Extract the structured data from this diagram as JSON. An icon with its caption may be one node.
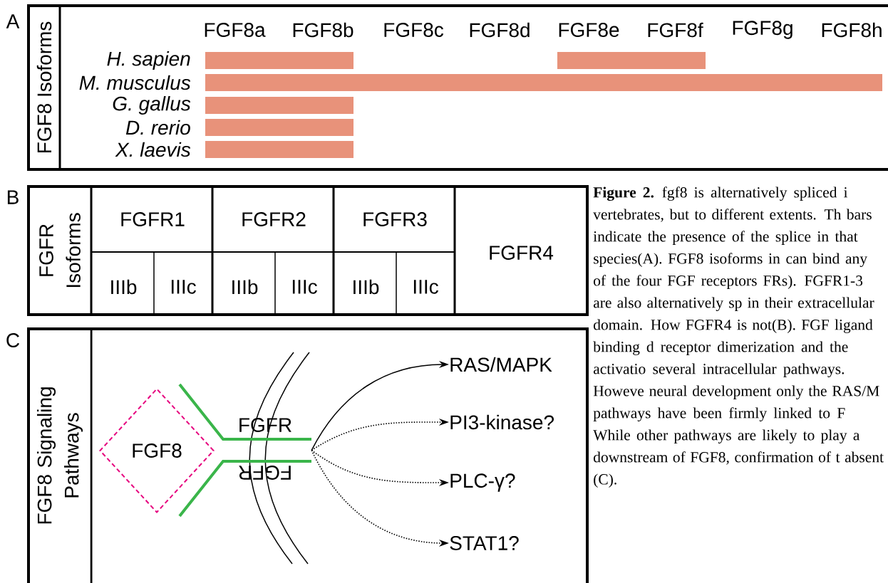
{
  "diagram": {
    "caption": "**Figure 2.** fgf8 is alternatively spliced i vertebrates, but to different extents. Th bars indicate the presence of the splice in that species(A). FGF8 isoforms in can bind any of the four FGF receptors FRs). FGFR1-3 are also alternatively sp in their extracellular domain. How FGFR4 is not(B). FGF ligand binding d receptor dimerization and the activatio several intracellular pathways. Howeve neural development only the RAS/M pathways have been firmly linked to F While other pathways are likely to play a downstream of FGF8, confirmation of t absent (C).",
    "nodes": [
      {
        "text": [],
        "shape": "bar"
      },
      {
        "text": [],
        "shape": "bar"
      },
      {
        "text": [],
        "shape": "bar"
      },
      {
        "text": [],
        "shape": "bar"
      },
      {
        "text": [],
        "shape": "bar"
      },
      {
        "text": [],
        "shape": "bar"
      },
      {
        "text": [
          "FGF8"
        ]
      },
      {
        "text": [
          "FGFR",
          "FGFR"
        ]
      },
      {
        "text": [
          "RAS/MAPK"
        ]
      },
      {
        "text": [
          "PI3-kinase?"
        ]
      },
      {
        "text": [
          "PLC-γ?"
        ]
      },
      {
        "text": [
          "STAT1?"
        ]
      }
    ],
    "edges": [
      {
        "from": 7,
        "to": 8,
        "arrow": "to"
      },
      {
        "from": 7,
        "to": 9,
        "arrow": "to",
        "style": "dashed"
      },
      {
        "from": 7,
        "to": 10,
        "arrow": "to",
        "style": "dashed"
      },
      {
        "from": 7,
        "to": 11,
        "arrow": "to",
        "style": "dashed"
      }
    ],
    "labels": [
      "A",
      "FGF8 Isoforms",
      "FGF8a",
      "FGF8b",
      "FGF8c",
      "FGF8d",
      "FGF8e",
      "FGF8f",
      "FGF8g",
      "FGF8h",
      "H. sapien",
      "M. musculus",
      "G. gallus",
      "D. rerio",
      "X. laevis",
      "B",
      "FGFR Isoforms",
      "FGFR1",
      "FGFR2",
      "FGFR3",
      "FGFR4",
      "IIIb",
      "IIIc",
      "IIIb",
      "IIIc",
      "IIIb",
      "IIIc",
      "C",
      "FGF8 Signaling Pathways"
    ]
  }
}
